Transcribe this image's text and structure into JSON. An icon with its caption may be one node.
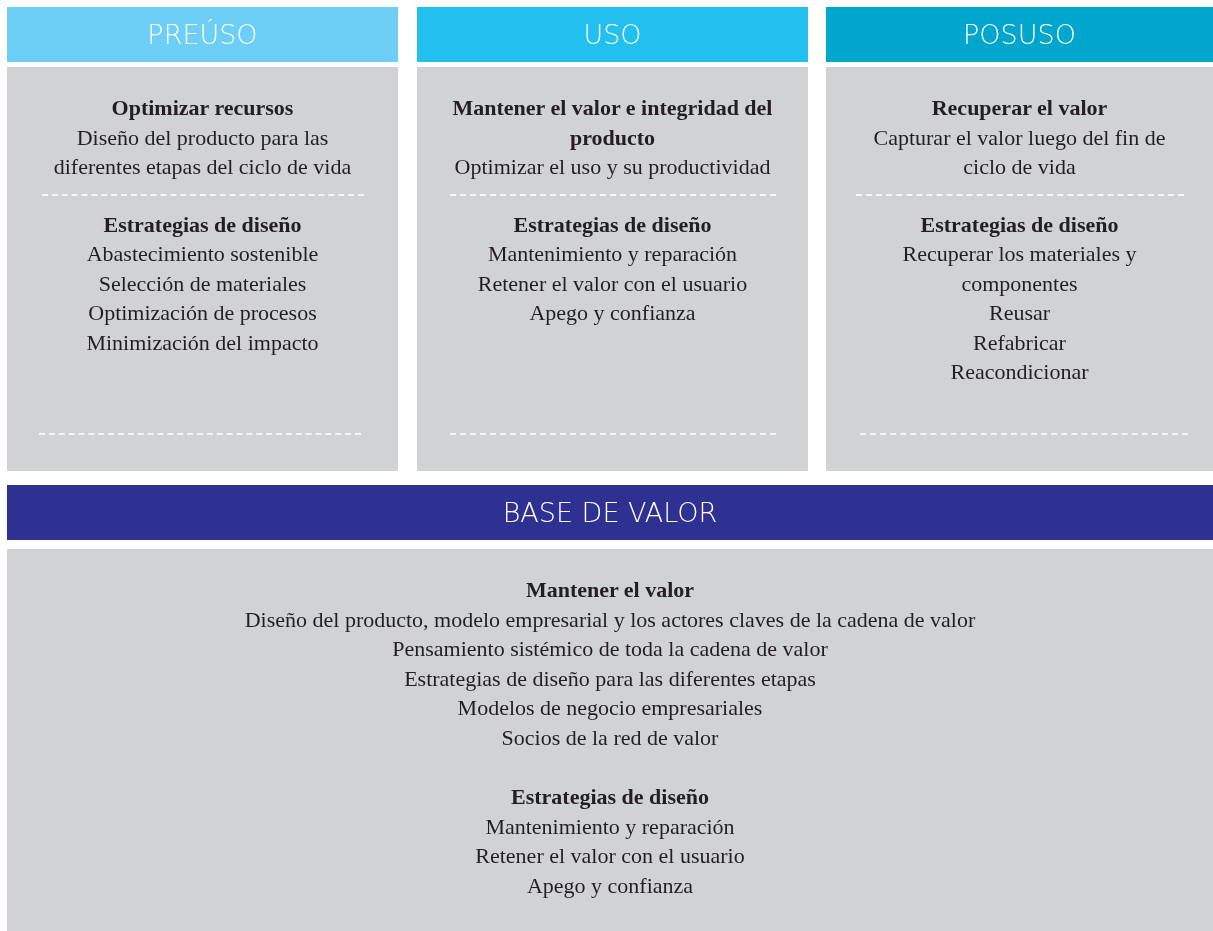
{
  "diagram": {
    "nodes": [
      {
        "text": [
          "PREÚSO"
        ]
      },
      {
        "text": [
          "Optimizar recursos",
          "Diseño del producto para las diferentes etapas del ciclo de vida",
          "Estrategias de diseño",
          "Abastecimiento sostenible",
          "Selección de materiales",
          "Optimización de procesos",
          "Minimización del impacto"
        ]
      },
      {
        "text": [
          "USO"
        ]
      },
      {
        "text": [
          "Mantener el valor e integridad del producto",
          "Optimizar el uso y su productividad",
          "Estrategias de diseño",
          "Mantenimiento y reparación",
          "Retener el valor con el usuario",
          "Apego y confianza"
        ]
      },
      {
        "text": [
          "POSUSO"
        ]
      },
      {
        "text": [
          "Recuperar el valor",
          "Capturar el valor luego del fin de ciclo de vida",
          "Estrategias de diseño",
          "Recuperar los materiales y componentes",
          "Reusar",
          "Refabricar",
          "Reacondicionar"
        ]
      },
      {
        "text": [
          "BASE DE VALOR"
        ]
      },
      {
        "text": [
          "Mantener el valor",
          "Diseño del producto, modelo empresarial y los actores claves de la cadena de valor",
          "Pensamiento sistémico de toda la cadena de valor",
          "Estrategias de diseño para las diferentes etapas",
          "Modelos de negocio empresariales",
          "Socios de la red de valor",
          "Estrategias de diseño",
          "Mantenimiento y reparación",
          "Retener el valor con el usuario",
          "Apego y confianza"
        ]
      }
    ]
  }
}
